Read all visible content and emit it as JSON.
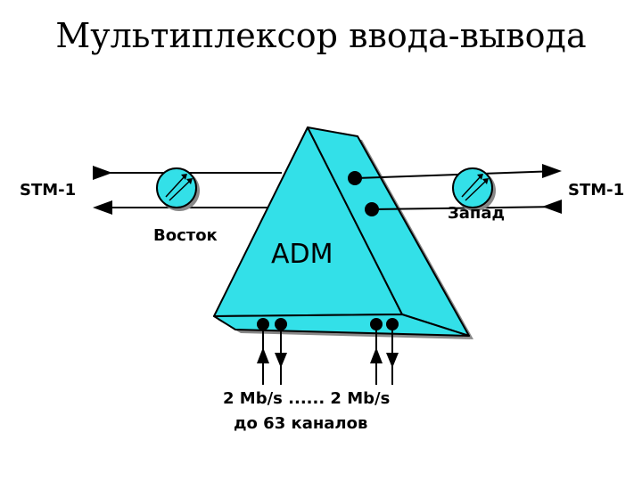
{
  "title": "Мультиплексор ввода-вывода",
  "labels": {
    "stm_left": "STM-1",
    "stm_right": "STM-1",
    "east": "Восток",
    "west": "Запад",
    "adm": "ADM",
    "tributary_rates": "2 Mb/s ...... 2 Mb/s",
    "channels": "до 63 каналов"
  },
  "colors": {
    "adm_fill": "#33e0e8",
    "stroke": "#000000",
    "shadow": "#888888",
    "ring_fill": "#33e0e8"
  }
}
